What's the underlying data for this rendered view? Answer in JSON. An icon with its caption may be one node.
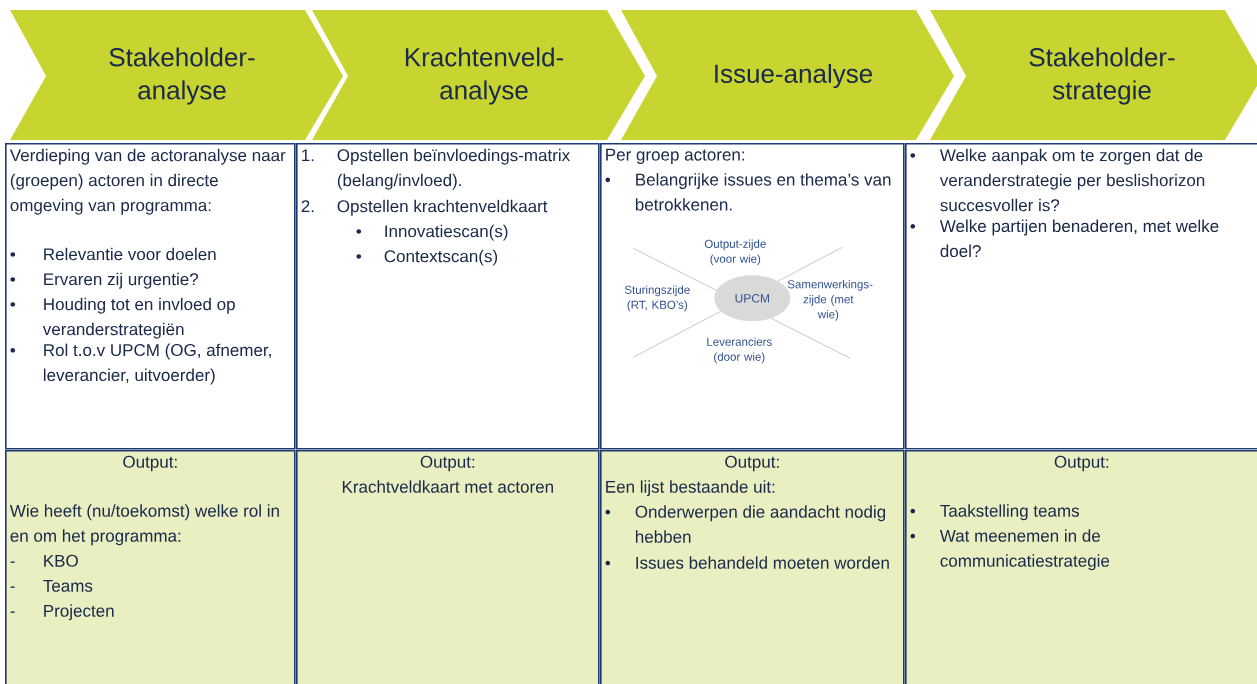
{
  "diagram": {
    "nodes": [
      {
        "text": [
          "Stakeholder-analyse"
        ]
      },
      {
        "text": [
          "Krachtenveld-analyse"
        ]
      },
      {
        "text": [
          "Issue-analyse"
        ]
      },
      {
        "text": [
          "Stakeholder-strategie"
        ]
      },
      {
        "text": [
          "Verdieping van de actoranalyse naar (groepen) actoren in directe omgeving van programma:",
          "•",
          "Relevantie voor doelen",
          "•",
          "Ervaren zij urgentie?",
          "•",
          "Houding tot en invloed op veranderstrategiën",
          "•",
          "Rol t.o.v UPCM (OG, afnemer, leverancier, uitvoerder)"
        ]
      },
      {
        "text": [
          "1.",
          "Opstellen beïnvloedings-matrix (belang/invloed).",
          "2.",
          "Opstellen krachtenveldkaart",
          "•",
          "Innovatiescan(s)",
          "•",
          "Contextscan(s)"
        ]
      },
      {
        "text": [
          "Per groep actoren:",
          "•",
          "Belangrijke issues en thema’s van betrokkenen."
        ]
      },
      {
        "text": [
          "UPCM"
        ],
        "in": 6,
        "beside": [
          "Output-zijde (voor wie)",
          "Sturingszijde (RT, KBO’s)",
          "Samenwerkings-zijde (met wie)",
          "Leveranciers (door wie)"
        ]
      },
      {
        "text": [
          "•",
          "Welke aanpak om te zorgen dat de veranderstrategie per beslishorizon succesvoller is?",
          "•",
          "Welke partijen benaderen, met welke doel?"
        ]
      },
      {
        "text": [
          "Output:",
          "Wie heeft (nu/toekomst) welke rol in en om het programma:",
          "-",
          "KBO",
          "-",
          "Teams",
          "-",
          "Projecten"
        ]
      },
      {
        "text": [
          "Output:",
          "Krachtveldkaart met actoren"
        ]
      },
      {
        "text": [
          "Output:",
          "Een lijst bestaande uit:",
          "•",
          "Onderwerpen die aandacht nodig hebben",
          "•",
          "Issues behandeld moeten worden"
        ]
      },
      {
        "text": [
          "Output:",
          "•",
          "Taakstelling teams",
          "•",
          "Wat meenemen in de communicatiestrategie"
        ]
      }
    ]
  }
}
